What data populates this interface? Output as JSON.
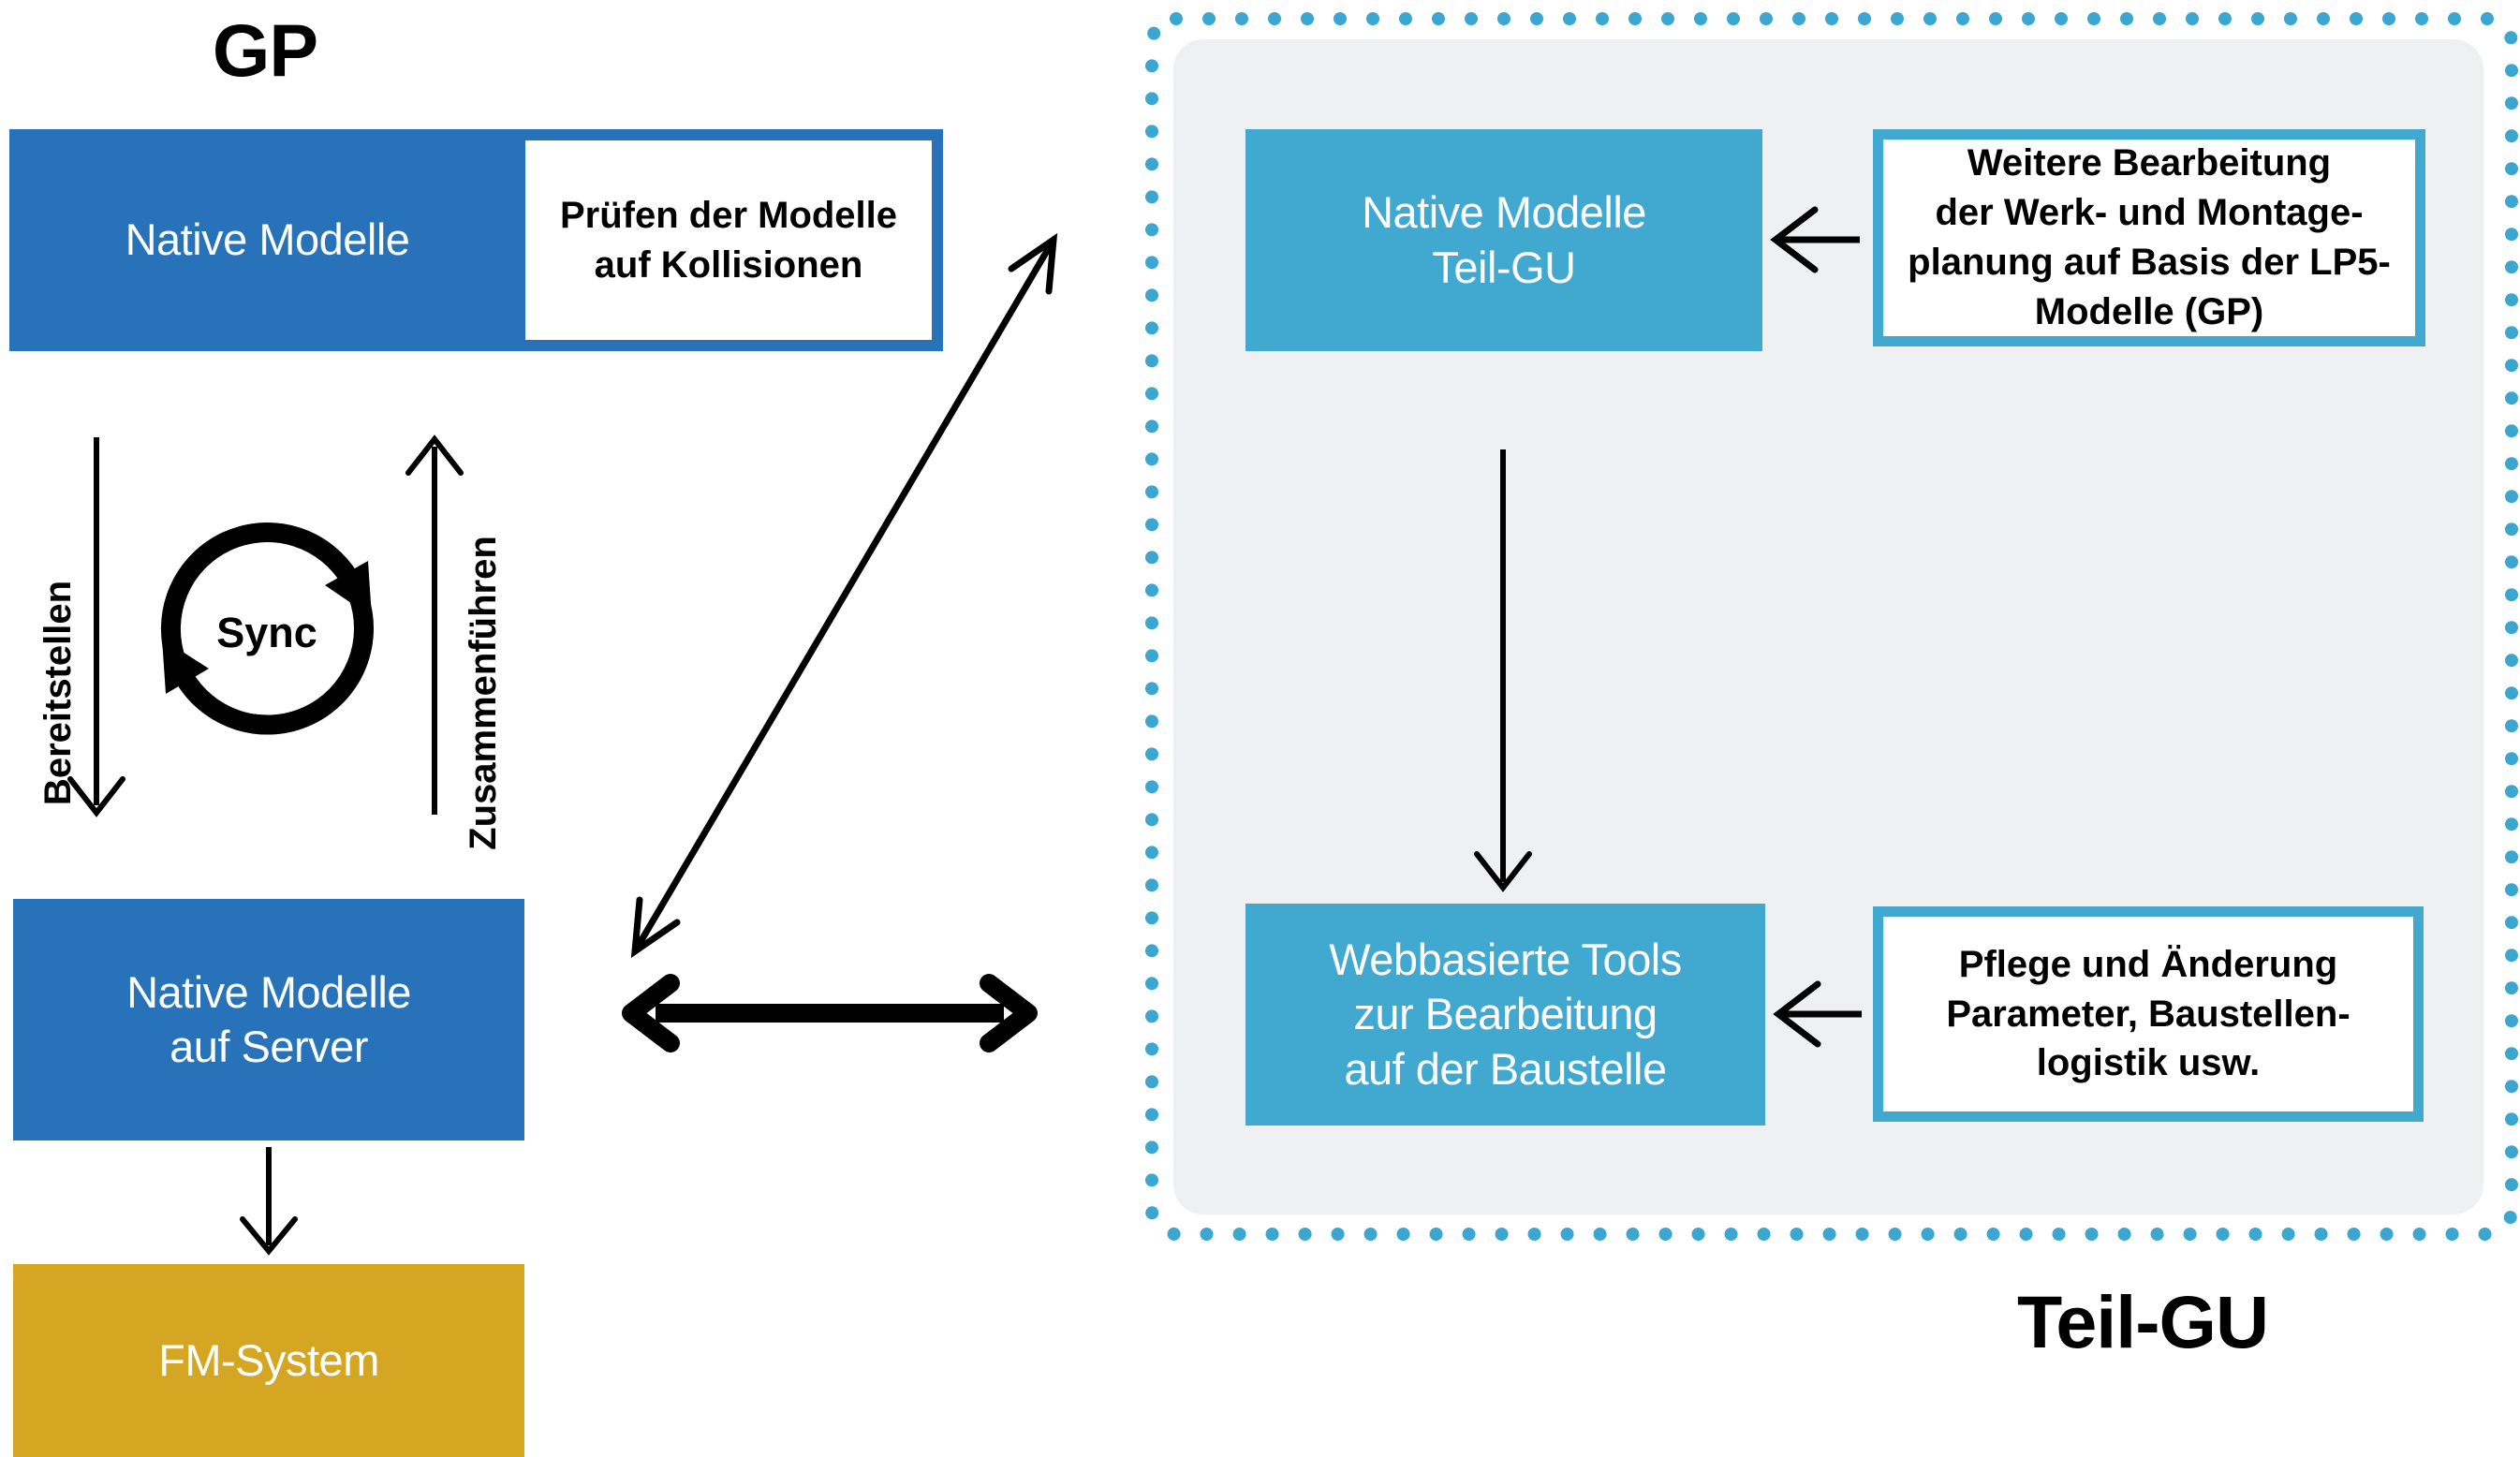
{
  "diagram": {
    "gp": {
      "title": "GP",
      "native_modelle": "Native Modelle",
      "pruefen_lines": [
        "Prüfen der Modelle",
        "auf Kollisionen"
      ],
      "bereitstellen": "Bereitstellen",
      "zusammenfuehren": "Zusammenführen",
      "sync": "Sync",
      "server_lines": [
        "Native Modelle",
        "auf Server"
      ],
      "fm_system": "FM-System"
    },
    "teil_gu": {
      "title": "Teil-GU",
      "native_teilgu_lines": [
        "Native Modelle",
        "Teil-GU"
      ],
      "weitere_lines": [
        "Weitere Bearbeitung",
        "der Werk- und Montage-",
        "planung auf Basis der LP5-",
        "Modelle (GP)"
      ],
      "webtools_lines": [
        "Webbasierte Tools",
        "zur Bearbeitung",
        "auf der Baustelle"
      ],
      "pflege_lines": [
        "Pflege und Änderung",
        "Parameter, Baustellen-",
        "logistik usw."
      ]
    },
    "colors": {
      "blue": "#2772B8",
      "cyan": "#41A8D0",
      "dot_cyan": "#3BA6CF",
      "yellow": "#D5A622",
      "panel_gray": "#EFF0F1",
      "ink": "#000000"
    }
  }
}
